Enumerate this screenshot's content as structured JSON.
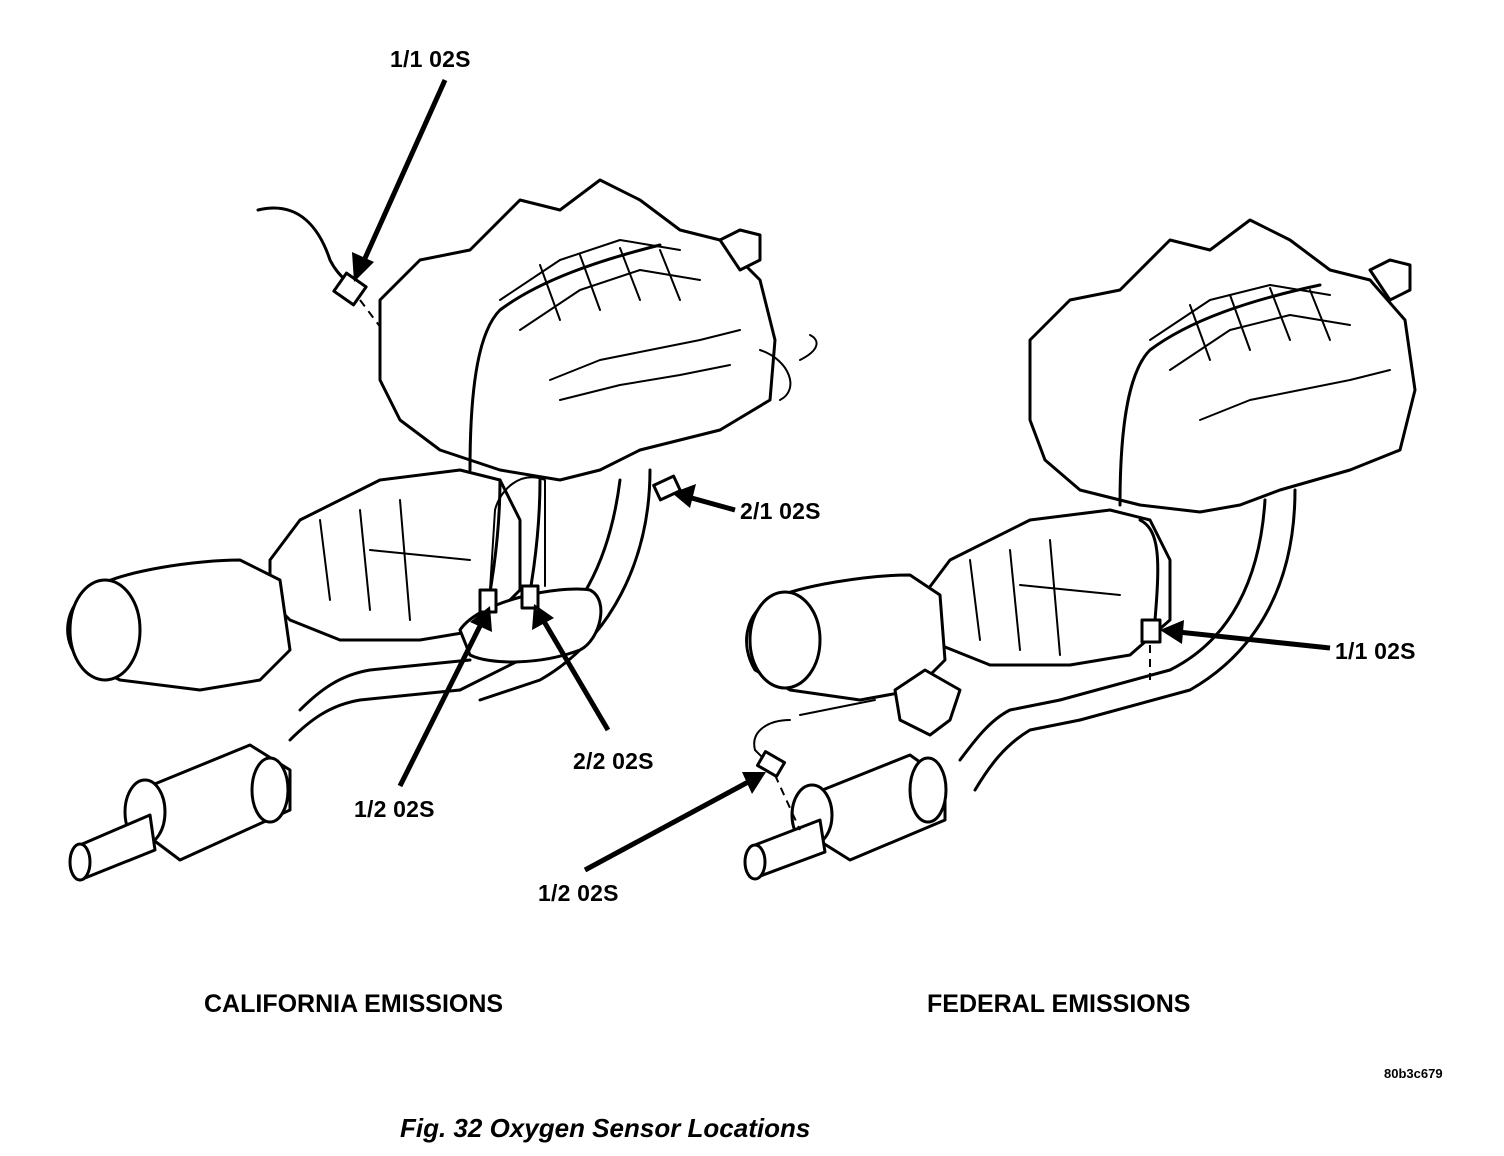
{
  "figure": {
    "caption": "Fig. 32 Oxygen Sensor Locations",
    "code": "80b3c679"
  },
  "california": {
    "title": "CALIFORNIA EMISSIONS",
    "labels": {
      "s11": "1/1 02S",
      "s21": "2/1 02S",
      "s22": "2/2 02S",
      "s12": "1/2 02S"
    }
  },
  "federal": {
    "title": "FEDERAL EMISSIONS",
    "labels": {
      "s11": "1/1 02S",
      "s12": "1/2 02S"
    }
  }
}
